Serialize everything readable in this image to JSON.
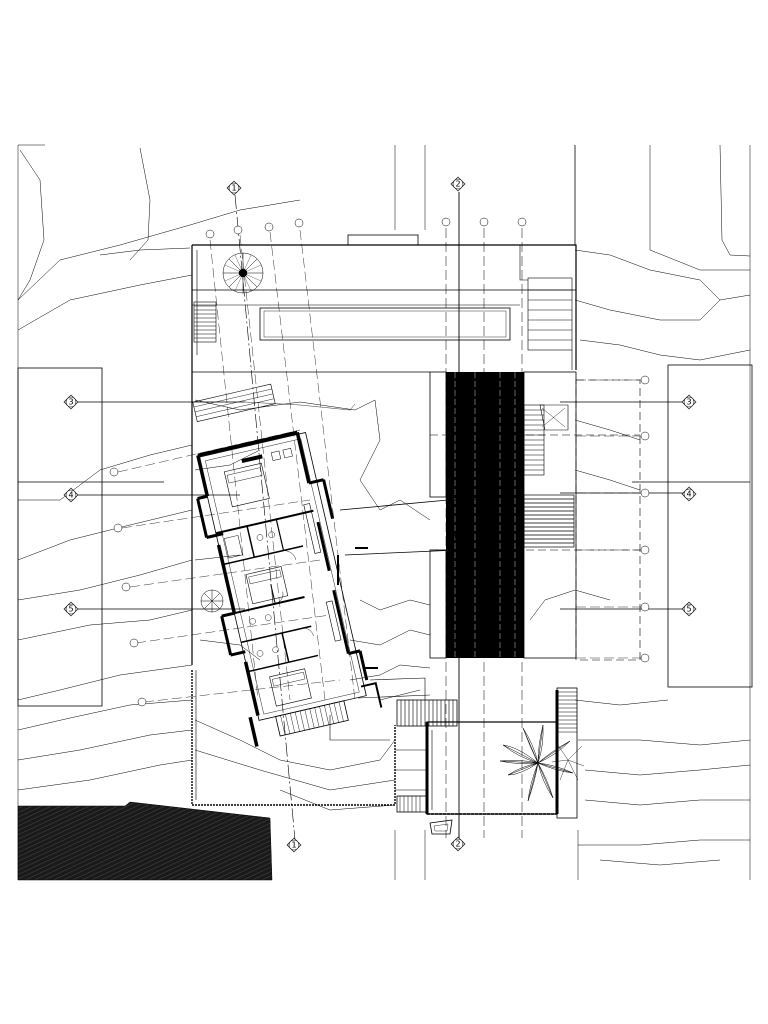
{
  "drawing": {
    "grid_labels": {
      "top_1": "1",
      "top_2": "2",
      "bottom_1": "1",
      "bottom_2": "2",
      "left_3": "3",
      "left_4": "4",
      "left_5": "5",
      "right_3": "3",
      "right_4": "4",
      "right_5": "5"
    },
    "colors": {
      "ink": "#000000",
      "paper": "#ffffff",
      "hatch": "#2a2a2a"
    }
  }
}
